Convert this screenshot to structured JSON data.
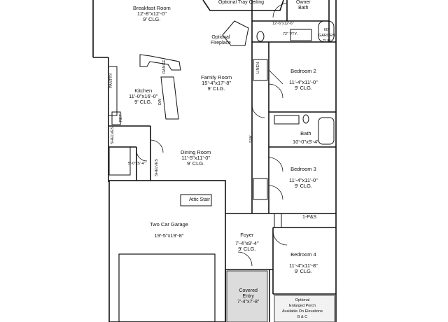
{
  "rooms": {
    "breakfast": {
      "name": "Breakfast Room",
      "dims": "12'-8\"x12'-0\"",
      "clg": "9' CLG."
    },
    "tray": {
      "name": "Optional Tray Ceiling"
    },
    "owner_bath": {
      "name": "Owner",
      "name2": "Bath"
    },
    "fireplace": {
      "name": "Optional",
      "name2": "Fireplace"
    },
    "family": {
      "name": "Family Room",
      "dims": "15'-4\"x17'-8\"",
      "clg": "9' CLG."
    },
    "kitchen": {
      "name": "Kitchen",
      "dims": "11'-0\"x16'-0\"",
      "clg": "9' CLG."
    },
    "dining": {
      "name": "Dining Room",
      "dims": "11'-5\"x11'-0\"",
      "clg": "9' CLG."
    },
    "laundry": {
      "dims": "5'-0\"x5'-4\""
    },
    "garage": {
      "name": "Two Car Garage",
      "dims": "19'-5\"x19'-8\""
    },
    "bedroom2": {
      "name": "Bedroom 2",
      "dims": "11'-4\"x11'-0\"",
      "clg": "9' CLG."
    },
    "bath": {
      "name": "Bath",
      "dims": "10'-0\"x5'-4\""
    },
    "bedroom3": {
      "name": "Bedroom 3",
      "dims": "11'-4\"x11'-0\"",
      "clg": "9' CLG."
    },
    "foyer": {
      "name": "Foyer",
      "dims": "7'-4\"x9'-4\"",
      "clg": "9' CLG."
    },
    "bedroom4": {
      "name": "Bedroom 4",
      "dims": "11'-4\"x11'-8\"",
      "clg": "9' CLG."
    },
    "covered_entry": {
      "name": "Covered",
      "name2": "Entry",
      "dims": "7'-4\"x7'-8\""
    },
    "porch": {
      "name": "Optional",
      "name2": "Enlarged Porch",
      "name3": "Available On Elevations",
      "name4": "B & C"
    }
  },
  "fixtures": {
    "attic_stair": "Attic Stair",
    "vanity": "72\" VTY.",
    "owner_closet_dims": "12'-6\"x12'-6\"",
    "garden_tub": "60\"",
    "garden_tub2": "GARDEN",
    "garden_tub3": "TUB",
    "ref": "REF.",
    "pantry": "PANTRY",
    "shelves": "SHELVES",
    "sw": "S/W",
    "linen": "LINEN",
    "one_shelf_pole": "1-P&S",
    "shelves_left": "SHELVES",
    "range": "RANGE",
    "dw": "DW"
  }
}
